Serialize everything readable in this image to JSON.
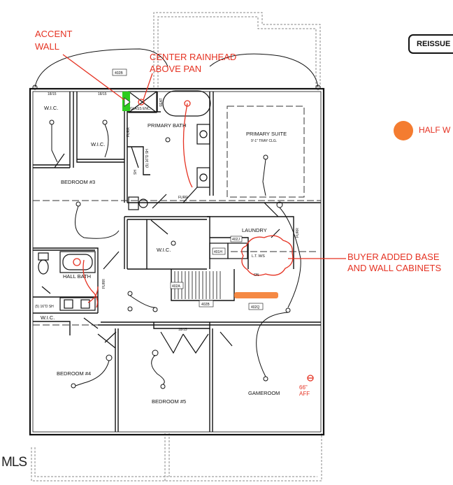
{
  "rooms": {
    "wic_1": "W.I.C.",
    "wic_2": "W.I.C.",
    "wic_3": "W.I.C.",
    "wic_4": "W.I.C.",
    "primary_bath": "PRIMARY BATH",
    "primary_suite": "PRIMARY SUITE",
    "primary_suite_note": "9'-1\" TRAY CLG.",
    "bedroom_3": "BEDROOM #3",
    "bedroom_4": "BEDROOM #4",
    "bedroom_5": "BEDROOM #5",
    "laundry": "LAUNDRY",
    "hall_bath": "HALL BATH",
    "gameroom": "GAMEROOM"
  },
  "tags": {
    "t402b_top": "402B",
    "t402b_mid": "402B",
    "t402q": "402Q",
    "t402a": "402A",
    "t402j": "402J",
    "t401h": "401H",
    "lin": "L.T. W/S",
    "on": "ON",
    "seat": "SEAT",
    "glass": "GLASS ENC.",
    "shelf_1": "SH",
    "shelf_2": "(5) 16\"D SH",
    "shelf_3": "(5) 16\"D SH",
    "wall_18": "18/15",
    "wall_18b": "18/15",
    "wall_18c": "18/15",
    "furr_1": "FURR",
    "furr_2": "FURR",
    "furr_3": "FURR",
    "furr_4": "FURR",
    "aff_value": "66\"",
    "aff_unit": "AFF"
  },
  "annotations": {
    "accent_1": "ACCENT",
    "accent_2": "WALL",
    "rainhead_1": "CENTER RAINHEAD",
    "rainhead_2": "ABOVE PAN",
    "buyer_1": "BUYER ADDED BASE",
    "buyer_2": "AND WALL CABINETS"
  },
  "reissue_label": "REISSUE",
  "legend": {
    "label": "HALF W",
    "color": "#f47c30"
  },
  "watermark": "MLS",
  "colors": {
    "markup": "#e53222",
    "accent_wall": "#2ecc1f",
    "cabinets": "#f47c30"
  }
}
